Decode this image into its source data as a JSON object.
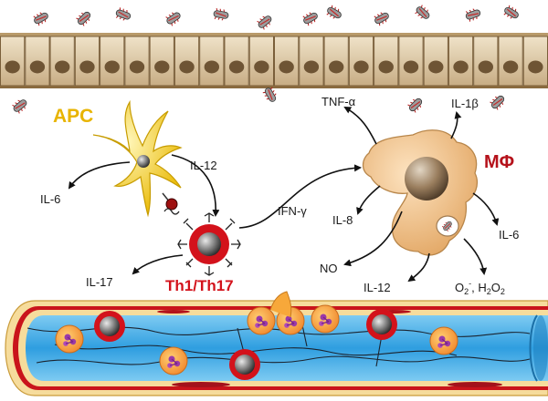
{
  "cells": {
    "apc": "APC",
    "tcell": "Th1/Th17",
    "macrophage": "MΦ"
  },
  "cytokines": {
    "apc_il6": "IL-6",
    "apc_il12": "IL-12",
    "t_il17": "IL-17",
    "t_ifng": "IFN-γ",
    "mp_tnfa": "TNF-α",
    "mp_il1b": "IL-1β",
    "mp_il8": "IL-8",
    "mp_il6": "IL-6",
    "mp_no": "NO",
    "mp_il12": "IL-12",
    "mp_ros_o2": "O",
    "mp_ros_o2_sub": "2",
    "mp_ros_o2_sup": "-",
    "mp_ros_sep": ", H",
    "mp_ros_h2o2_sub1": "2",
    "mp_ros_o": "O",
    "mp_ros_h2o2_sub2": "2"
  },
  "colors": {
    "apc": "#f2cf3a",
    "tcell_ring": "#d3121b",
    "macrophage": "#f0c68f",
    "vessel_wall": "#f3d79a",
    "vessel_lumen": "#3ca7e3",
    "epithelium": "#e3cfac",
    "bacteria": "#8a8a8a"
  }
}
